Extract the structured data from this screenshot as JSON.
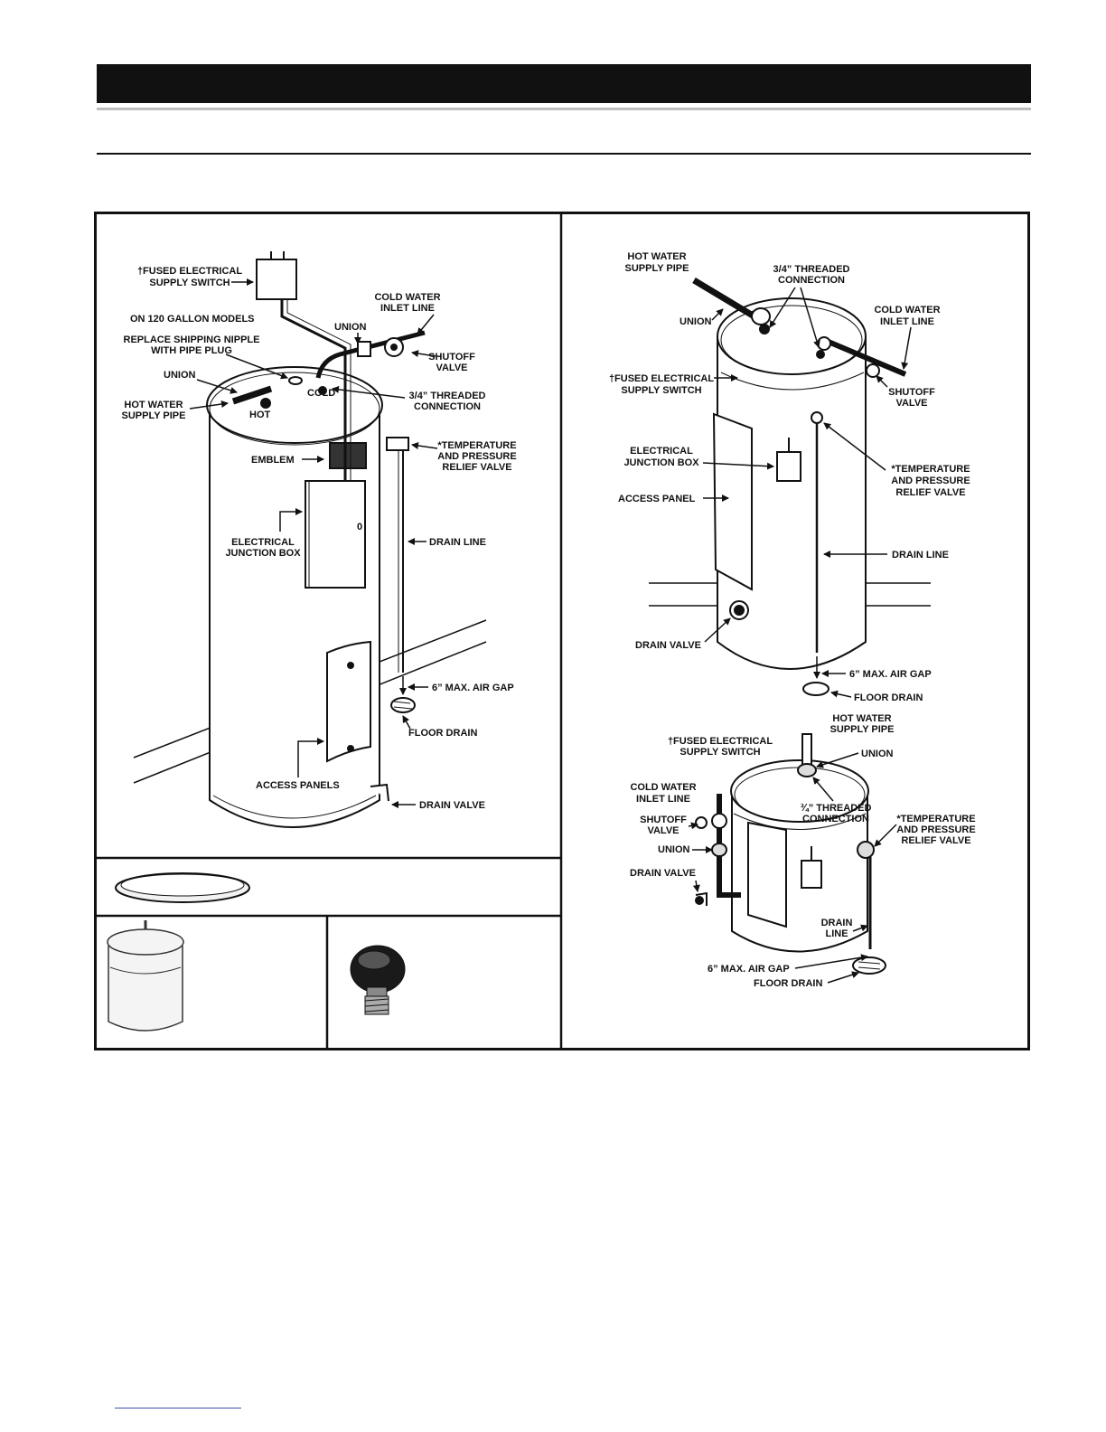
{
  "left_diagram": {
    "fused_switch": [
      "†FUSED ELECTRICAL",
      "SUPPLY SWITCH"
    ],
    "cold_water_inlet": [
      "COLD WATER",
      "INLET LINE"
    ],
    "note_120": "ON 120 GALLON MODELS",
    "union_top": "UNION",
    "replace_nipple": [
      "REPLACE SHIPPING NIPPLE",
      "WITH PIPE PLUG"
    ],
    "shutoff_valve": [
      "SHUTOFF",
      "VALVE"
    ],
    "union_left": "UNION",
    "cold": "COLD",
    "hot": "HOT",
    "threaded_connection": [
      "3/4” THREADED",
      "CONNECTION"
    ],
    "hot_water_supply": [
      "HOT WATER",
      "SUPPLY PIPE"
    ],
    "tp_relief": [
      "*TEMPERATURE",
      "AND PRESSURE",
      "RELIEF VALVE"
    ],
    "emblem": "EMBLEM",
    "junction_box": [
      "ELECTRICAL",
      "JUNCTION BOX"
    ],
    "box_mark": "0",
    "drain_line": "DRAIN LINE",
    "air_gap": "6” MAX. AIR GAP",
    "floor_drain": "FLOOR DRAIN",
    "access_panels": "ACCESS PANELS",
    "drain_valve": "DRAIN VALVE"
  },
  "right_top_diagram": {
    "hot_water_supply": [
      "HOT WATER",
      "SUPPLY PIPE"
    ],
    "threaded_connection": [
      "3/4” THREADED",
      "CONNECTION"
    ],
    "cold_water_inlet": [
      "COLD WATER",
      "INLET LINE"
    ],
    "union": "UNION",
    "fused_switch": [
      "†FUSED ELECTRICAL",
      "SUPPLY SWITCH"
    ],
    "shutoff_valve": [
      "SHUTOFF",
      "VALVE"
    ],
    "junction_box": [
      "ELECTRICAL",
      "JUNCTION BOX"
    ],
    "tp_relief": [
      "*TEMPERATURE",
      "AND PRESSURE",
      "RELIEF VALVE"
    ],
    "access_panel": "ACCESS PANEL",
    "drain_line": "DRAIN LINE",
    "drain_valve": "DRAIN VALVE",
    "air_gap": "6” MAX. AIR GAP",
    "floor_drain": "FLOOR DRAIN"
  },
  "right_bottom_diagram": {
    "hot_water_supply": [
      "HOT  WATER",
      "SUPPLY PIPE"
    ],
    "fused_switch": [
      "†FUSED ELECTRICAL",
      "SUPPLY SWITCH"
    ],
    "union_top": "UNION",
    "cold_water_inlet": [
      "COLD WATER",
      "INLET LINE"
    ],
    "threaded_connection": [
      "¾” THREADED",
      "CONNECTION"
    ],
    "tp_relief": [
      "*TEMPERATURE",
      "AND PRESSURE",
      "RELIEF VALVE"
    ],
    "shutoff_valve": [
      "SHUTOFF",
      "VALVE"
    ],
    "union_left": "UNION",
    "drain_valve": "DRAIN VALVE",
    "drain_line": [
      "DRAIN",
      "LINE"
    ],
    "air_gap": "6” MAX. AIR GAP",
    "floor_drain": "FLOOR DRAIN"
  }
}
